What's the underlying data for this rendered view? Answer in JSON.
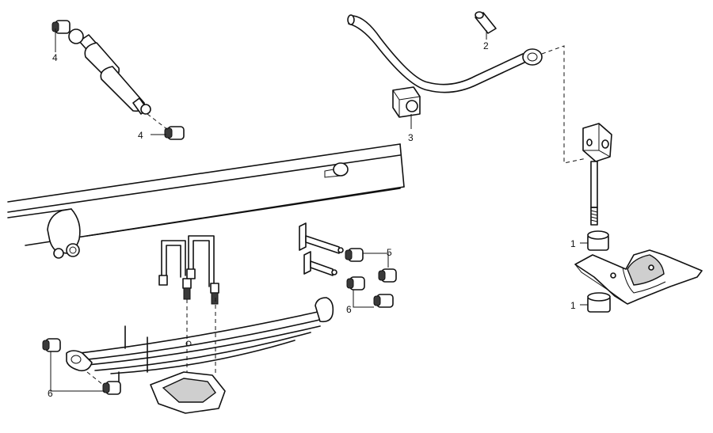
{
  "callouts": {
    "c1_upper": "1",
    "c1_lower": "1",
    "c2": "2",
    "c3": "3",
    "c4_upper": "4",
    "c4_lower": "4",
    "c5": "5",
    "c6_middle": "6",
    "c6_left": "6"
  }
}
